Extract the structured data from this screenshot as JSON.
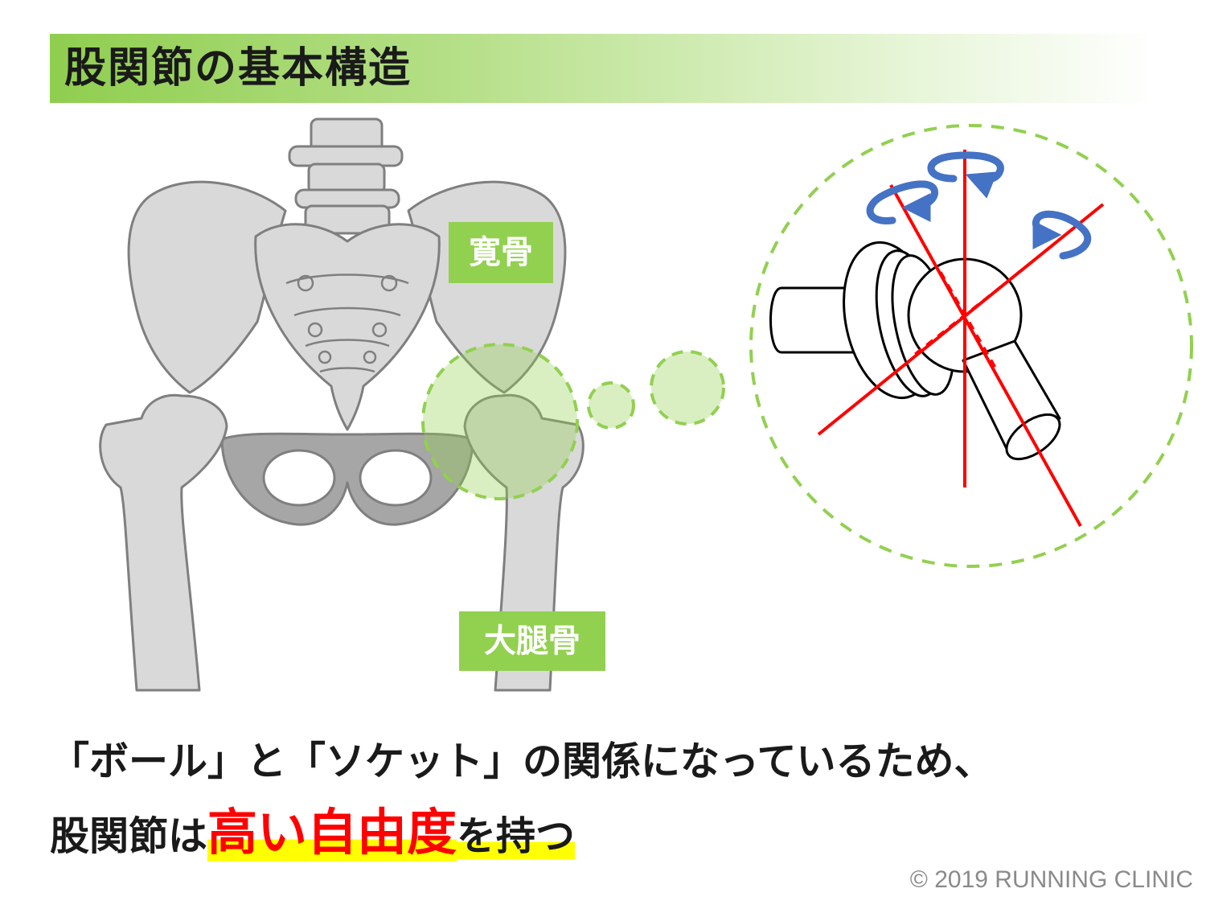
{
  "title": "股関節の基本構造",
  "labels": {
    "hip_bone": "寛骨",
    "femur": "大腿骨"
  },
  "caption": {
    "line1": "「ボール」と「ソケット」の関係になっているため、",
    "line2_prefix": "股関節は",
    "line2_emphasis": "高い自由度",
    "line2_suffix": "を持つ"
  },
  "copyright": "© 2019 RUNNING CLINIC",
  "icons": {
    "skeleton": "pelvis-skeleton-illustration",
    "joint": "ball-and-socket-joint-icon",
    "rotation": "rotation-arrow-icon"
  },
  "colors": {
    "title_gradient_start": "#8fce4f",
    "label_bg": "#92d050",
    "highlight_text": "#ff0000",
    "highlight_marker": "#ffff00",
    "zoom_circle": "#92d050",
    "axis_lines": "#ff0000",
    "rotation_arrows": "#4472c4",
    "bone_fill": "#d9d9d9",
    "bone_stroke": "#7f7f7f"
  }
}
